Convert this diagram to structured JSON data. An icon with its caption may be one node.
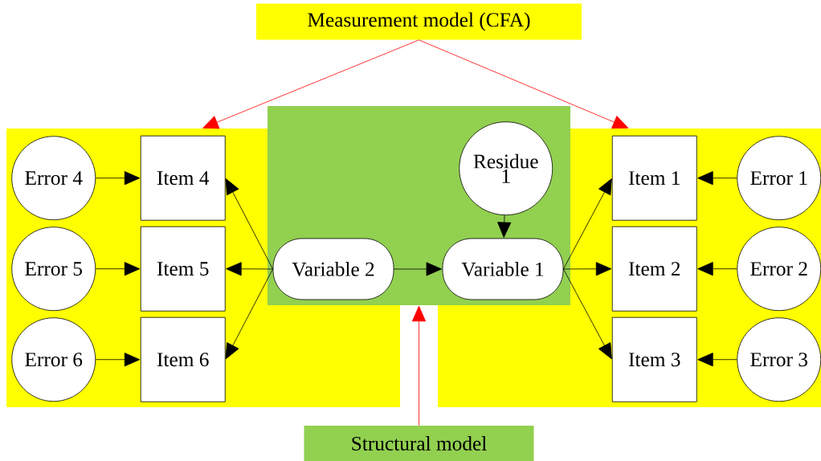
{
  "diagram": {
    "nodes": [
      {
        "text": [
          "Measurement model (CFA)"
        ]
      },
      {
        "text": [],
        "shape": "box"
      },
      {
        "text": [],
        "shape": "box"
      },
      {
        "text": [],
        "shape": "box"
      },
      {
        "text": [
          "Error 4"
        ],
        "in": 1
      },
      {
        "text": [
          "Item 4"
        ],
        "in": 1
      },
      {
        "text": [
          "Residue 1"
        ],
        "in": 3
      },
      {
        "text": [
          "Item 1"
        ],
        "in": 2
      },
      {
        "text": [
          "Error 1"
        ],
        "in": 2
      },
      {
        "text": [
          "Error 5"
        ],
        "in": 1
      },
      {
        "text": [
          "Item 5"
        ],
        "in": 1
      },
      {
        "text": [
          "Variable 2"
        ]
      },
      {
        "text": [
          "Variable 1"
        ]
      },
      {
        "text": [
          "Item 2"
        ],
        "in": 2
      },
      {
        "text": [
          "Error 2"
        ],
        "in": 2
      },
      {
        "text": [
          "Error 6"
        ],
        "in": 1
      },
      {
        "text": [
          "Item 6"
        ],
        "in": 1
      },
      {
        "text": [
          "Item 3"
        ],
        "in": 2
      },
      {
        "text": [
          "Error 3"
        ],
        "in": 2
      },
      {
        "text": [
          "Structural model"
        ]
      }
    ],
    "edges": [
      {
        "from": 0,
        "to": 1,
        "arrow": "to",
        "color": "#ff0000"
      },
      {
        "from": 0,
        "to": 2,
        "arrow": "to",
        "color": "#ff0000"
      },
      {
        "from": 19,
        "to": 3,
        "arrow": "to",
        "color": "#ff0000"
      },
      {
        "from": 4,
        "to": 5,
        "arrow": "to"
      },
      {
        "from": 9,
        "to": 10,
        "arrow": "to"
      },
      {
        "from": 15,
        "to": 16,
        "arrow": "to"
      },
      {
        "from": 11,
        "to": 5,
        "arrow": "to"
      },
      {
        "from": 11,
        "to": 10,
        "arrow": "to"
      },
      {
        "from": 11,
        "to": 16,
        "arrow": "to"
      },
      {
        "from": 11,
        "to": 12,
        "arrow": "to"
      },
      {
        "from": 6,
        "to": 12,
        "arrow": "to"
      },
      {
        "from": 12,
        "to": 7,
        "arrow": "to"
      },
      {
        "from": 12,
        "to": 13,
        "arrow": "to"
      },
      {
        "from": 12,
        "to": 17,
        "arrow": "to"
      },
      {
        "from": 8,
        "to": 7,
        "arrow": "to"
      },
      {
        "from": 14,
        "to": 13,
        "arrow": "to"
      },
      {
        "from": 18,
        "to": 17,
        "arrow": "to"
      }
    ]
  }
}
